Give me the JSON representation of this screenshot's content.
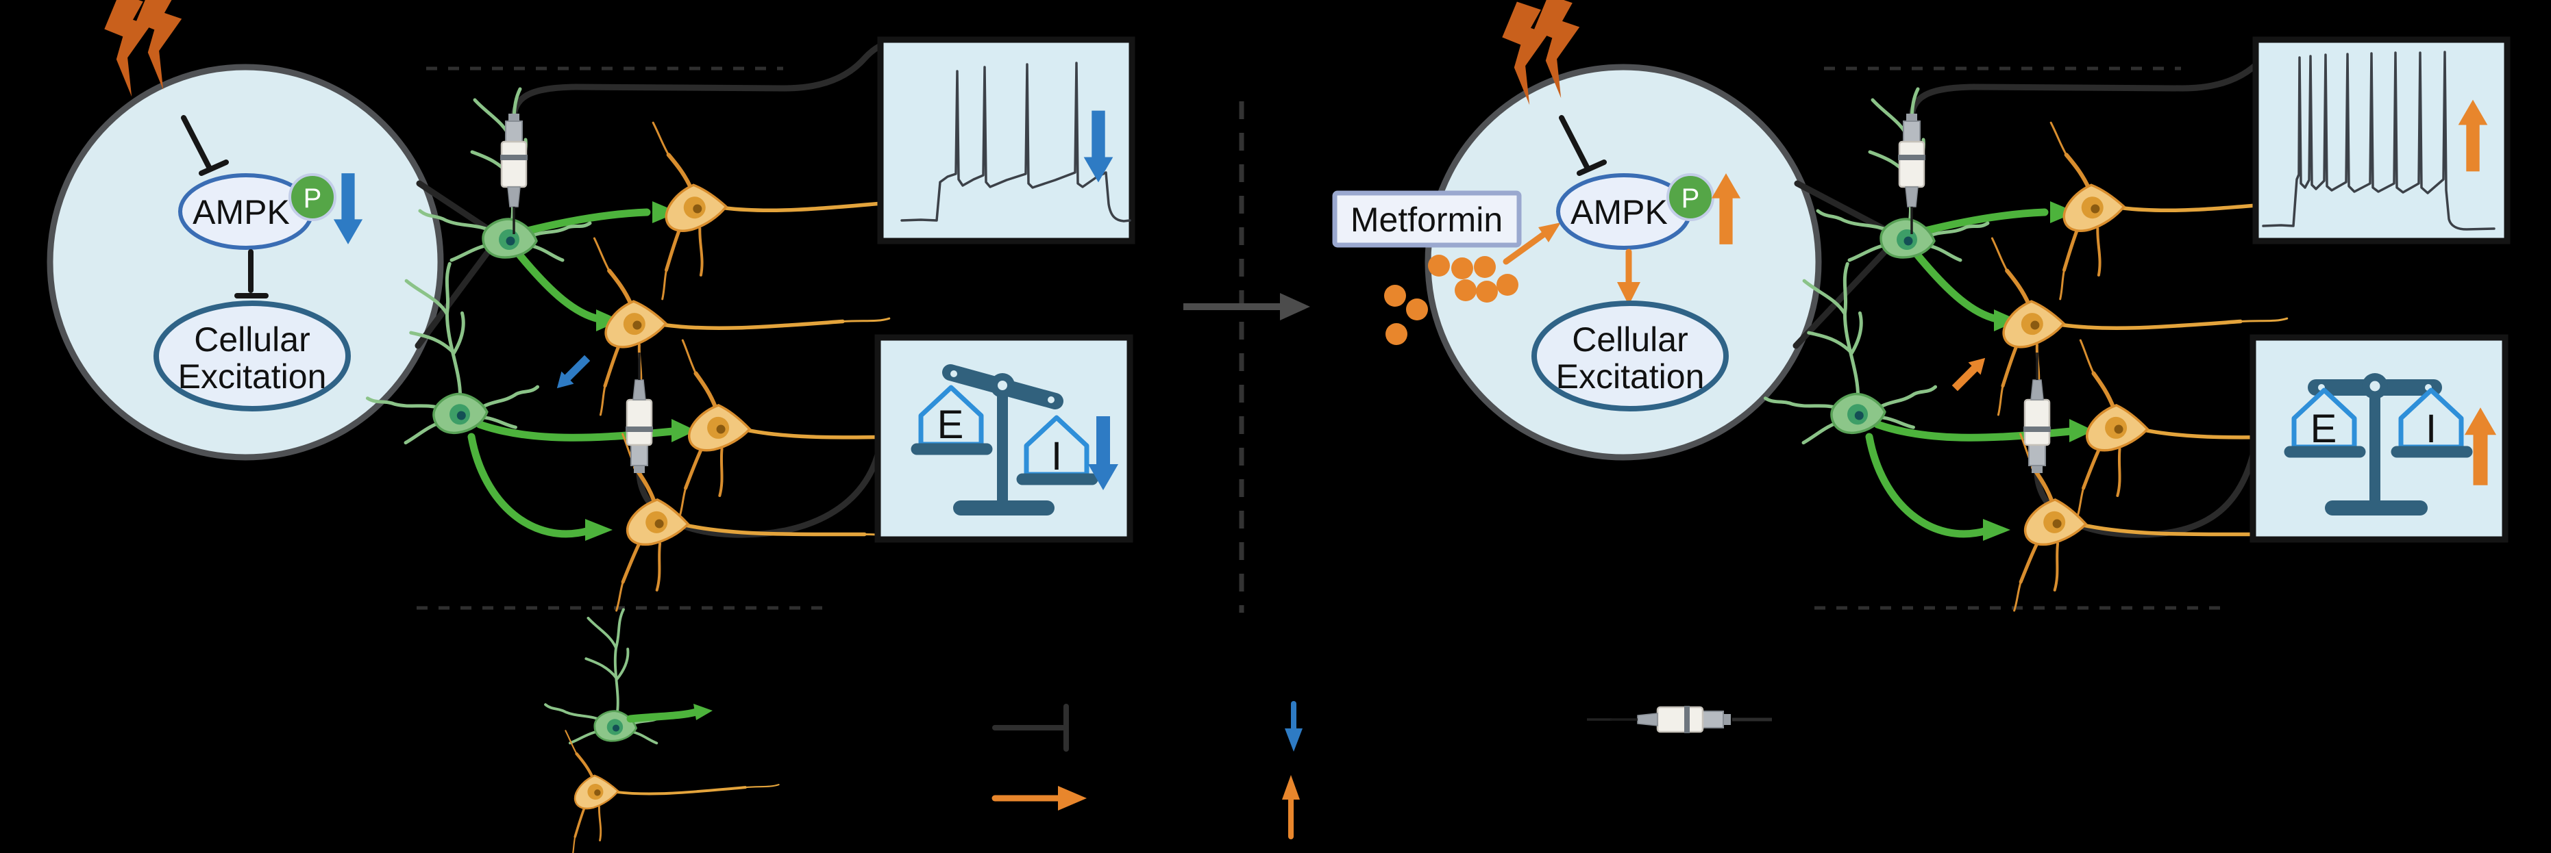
{
  "figure": {
    "type": "scientific-diagram",
    "background": "#000000",
    "panels": {
      "left": {
        "id": "stress-ampk-down-state",
        "signaling": {
          "kinase": "AMPK",
          "phospho_badge": "P",
          "kinase_change": "decreased",
          "link_to_target": "inhibition",
          "target_line1": "Cellular",
          "target_line2": "Excitation"
        },
        "trace": {
          "spike_count": 4,
          "change": "decreased"
        },
        "balance": {
          "excitatory_label": "E",
          "inhibitory_label": "I",
          "state": "tilted-inhibitory-side-down",
          "change": "decreased"
        }
      },
      "right": {
        "id": "metformin-treated-state",
        "drug_label": "Metformin",
        "signaling": {
          "kinase": "AMPK",
          "phospho_badge": "P",
          "kinase_change": "increased",
          "link_to_target": "activation",
          "target_line1": "Cellular",
          "target_line2": "Excitation"
        },
        "trace": {
          "spike_count": 8,
          "change": "increased"
        },
        "balance": {
          "excitatory_label": "E",
          "inhibitory_label": "I",
          "state": "balanced",
          "change": "increased"
        }
      }
    },
    "colors": {
      "decrease_arrow_blue": "#2e7bc4",
      "increase_arrow_orange": "#e8862c",
      "interneuron_green": "#8cc689",
      "axon_green": "#4db33c",
      "pyramidal_orange": "#f2c87e",
      "pyramidal_outline": "#d98e2e",
      "cell_inset_fill": "#dbecf2",
      "result_box_fill": "#d9ecf3",
      "balance_metal": "#31617d",
      "pan_outline": "#2e8fd9",
      "lightning_orange": "#c9601c",
      "phospho_green": "#55a647",
      "metformin_box_border": "#9aa8cf"
    }
  }
}
